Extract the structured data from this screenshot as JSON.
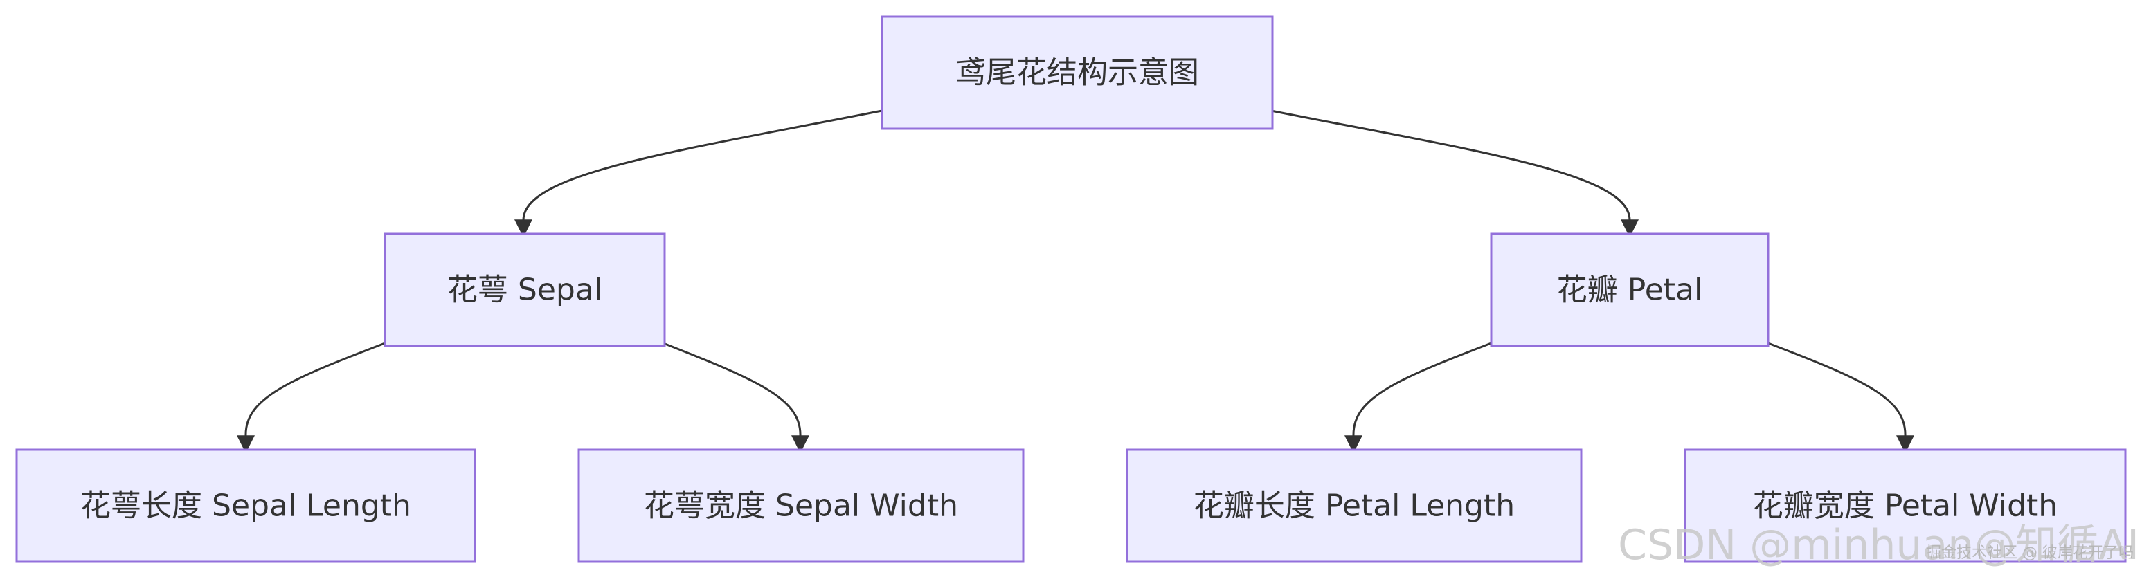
{
  "diagram": {
    "nodes": {
      "root": "鸢尾花结构示意图",
      "sepal": "花萼 Sepal",
      "petal": "花瓣 Petal",
      "sepal_length": "花萼长度 Sepal Length",
      "sepal_width": "花萼宽度 Sepal Width",
      "petal_length": "花瓣长度 Petal Length",
      "petal_width": "花瓣宽度 Petal Width"
    },
    "edges": [
      [
        "root",
        "sepal"
      ],
      [
        "root",
        "petal"
      ],
      [
        "sepal",
        "sepal_length"
      ],
      [
        "sepal",
        "sepal_width"
      ],
      [
        "petal",
        "petal_length"
      ],
      [
        "petal",
        "petal_width"
      ]
    ],
    "colors": {
      "node_fill": "#ECECFF",
      "node_stroke": "#9370DB",
      "edge": "#333333",
      "text": "#333333"
    }
  },
  "watermark": {
    "main": "CSDN @minhuan@知循AI",
    "sub": "掘金技术社区 @ 彼岸花开了吗"
  }
}
